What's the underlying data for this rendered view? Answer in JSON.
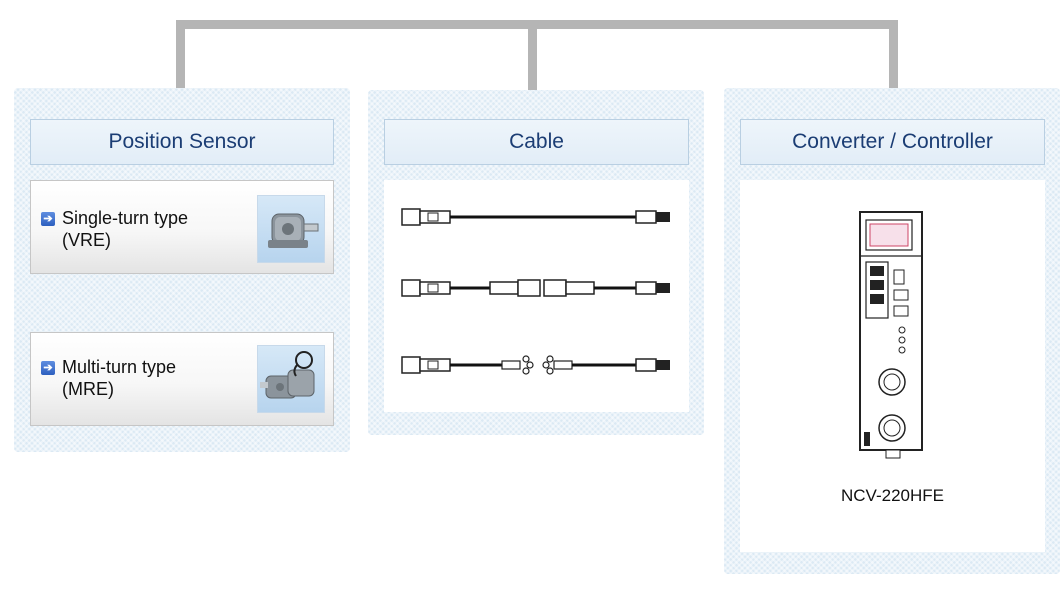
{
  "sensor_panel": {
    "title": "Position Sensor",
    "items": [
      {
        "name": "Single-turn type",
        "code": "(VRE)",
        "icon": "rotary-sensor-photo"
      },
      {
        "name": "Multi-turn type",
        "code": "(MRE)",
        "icon": "multiturn-sensor-photo"
      }
    ]
  },
  "cable_panel": {
    "title": "Cable",
    "variants": [
      "straight-cable-icon",
      "extension-cable-icon",
      "split-lead-cable-icon"
    ]
  },
  "converter_panel": {
    "title": "Converter / Controller",
    "model": "NCV-220HFE"
  },
  "colors": {
    "panel_bg": "#dbe9f4",
    "header_text": "#1b3d74",
    "connector": "#b5b5b5",
    "arrow_blue": "#3b6fd0"
  }
}
